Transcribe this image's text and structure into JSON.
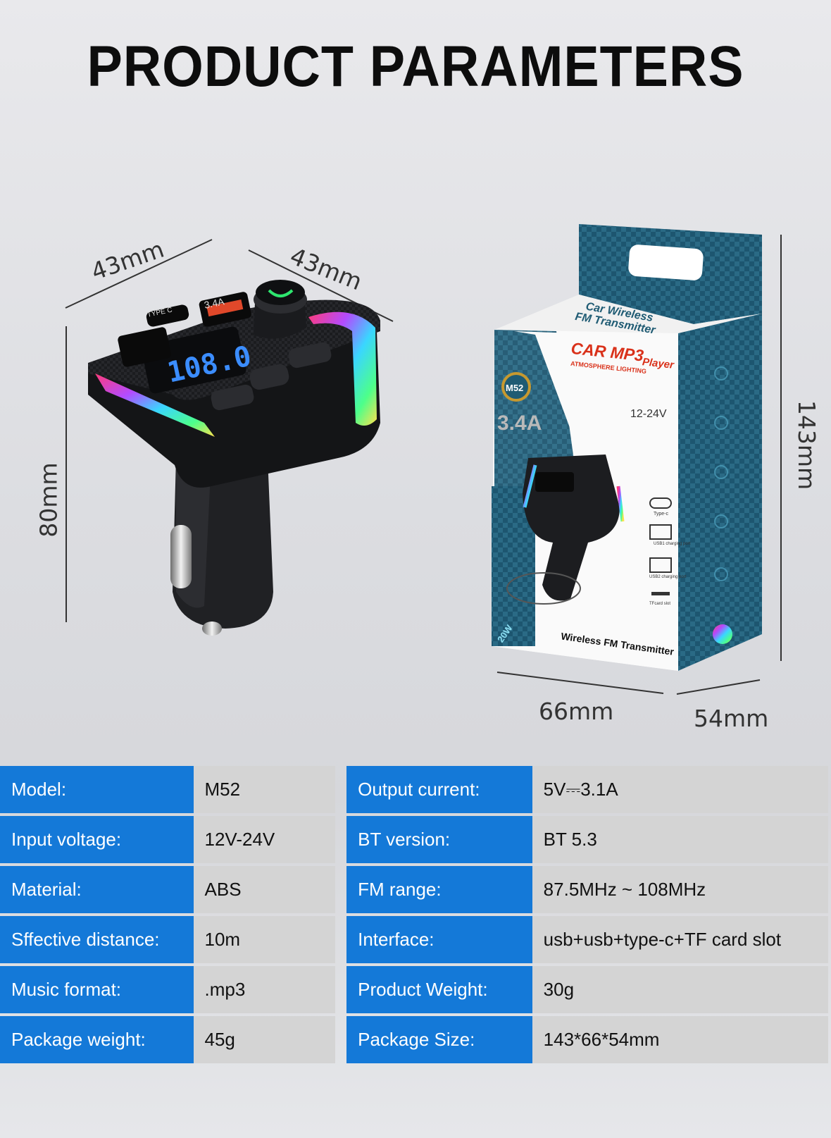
{
  "title": "PRODUCT PARAMETERS",
  "dimensions": {
    "device_top_left": "43mm",
    "device_top_right": "43mm",
    "device_height": "80mm",
    "box_height": "143mm",
    "box_width": "66mm",
    "box_depth": "54mm"
  },
  "device": {
    "display_readout": "108.0",
    "type_c_label": "TYPE C",
    "charge_label": "3.4A"
  },
  "package": {
    "title_line1": "Car Wireless",
    "title_line2": "FM Transmitter",
    "brand": "CAR MP3",
    "brand_suffix": "Player",
    "tagline": "ATMOSPHERE LIGHTING",
    "model_badge": "M52",
    "current": "3.4A",
    "voltage": "12-24V",
    "power_badge": "20W",
    "bottom_text": "Wireless FM Transmitter",
    "port_labels": [
      "Type-c",
      "USB1 charging port",
      "USB2 charging port",
      "TFcard slot"
    ]
  },
  "specs": [
    {
      "l1": "Model:",
      "v1": "M52",
      "l2": "Output current:",
      "v2": "5V⎓3.1A"
    },
    {
      "l1": "Input voltage:",
      "v1": "12V-24V",
      "l2": "BT version:",
      "v2": "BT 5.3"
    },
    {
      "l1": "Material:",
      "v1": "ABS",
      "l2": "FM range:",
      "v2": "87.5MHz ~ 108MHz"
    },
    {
      "l1": "Sffective distance:",
      "v1": "10m",
      "l2": "Interface:",
      "v2": "usb+usb+type-c+TF card slot"
    },
    {
      "l1": "Music format:",
      "v1": ".mp3",
      "l2": "Product Weight:",
      "v2": "30g"
    },
    {
      "l1": "Package weight:",
      "v1": "45g",
      "l2": "Package Size:",
      "v2": "143*66*54mm"
    }
  ],
  "colors": {
    "label_bg": "#1479d8",
    "value_bg": "#d4d4d4",
    "package_teal": "#1f5b73"
  }
}
